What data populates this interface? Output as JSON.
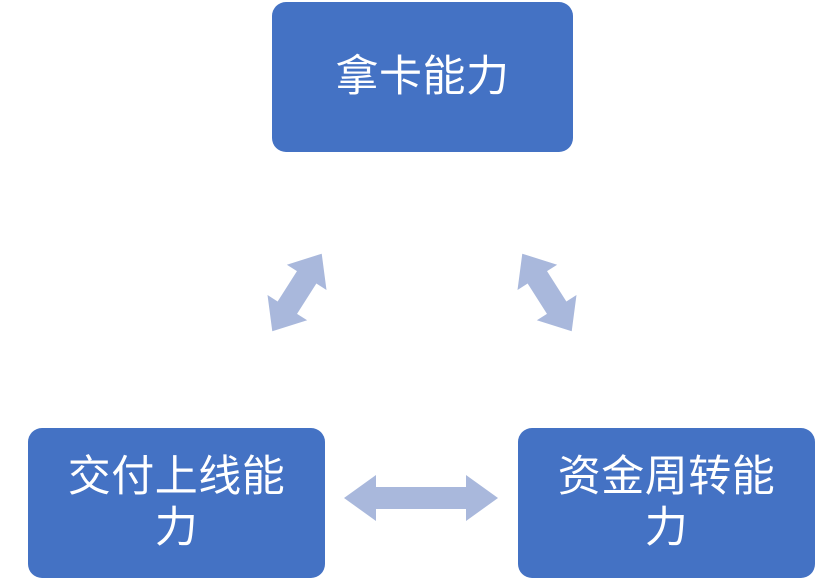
{
  "diagram": {
    "type": "cycle-triangle",
    "background_color": "#FFFFFF",
    "node_fill_color": "#4472C4",
    "node_text_color": "#FFFFFF",
    "arrow_color": "#A9B8DC",
    "nodes": [
      {
        "id": "top",
        "label": "拿卡能力",
        "position": "top-center"
      },
      {
        "id": "bottom-left",
        "label": "交付上线能\n力",
        "position": "bottom-left"
      },
      {
        "id": "bottom-right",
        "label": "资金周转能\n力",
        "position": "bottom-right"
      }
    ],
    "connectors": [
      {
        "id": "left-diagonal",
        "icon": "double-headed-arrow-icon",
        "from": "bottom-left",
        "to": "top",
        "direction": "bidirectional",
        "orientation": "diagonal-up-right"
      },
      {
        "id": "right-diagonal",
        "icon": "double-headed-arrow-icon",
        "from": "top",
        "to": "bottom-right",
        "direction": "bidirectional",
        "orientation": "diagonal-down-right"
      },
      {
        "id": "bottom-horizontal",
        "icon": "double-headed-arrow-icon",
        "from": "bottom-left",
        "to": "bottom-right",
        "direction": "bidirectional",
        "orientation": "horizontal"
      }
    ]
  }
}
